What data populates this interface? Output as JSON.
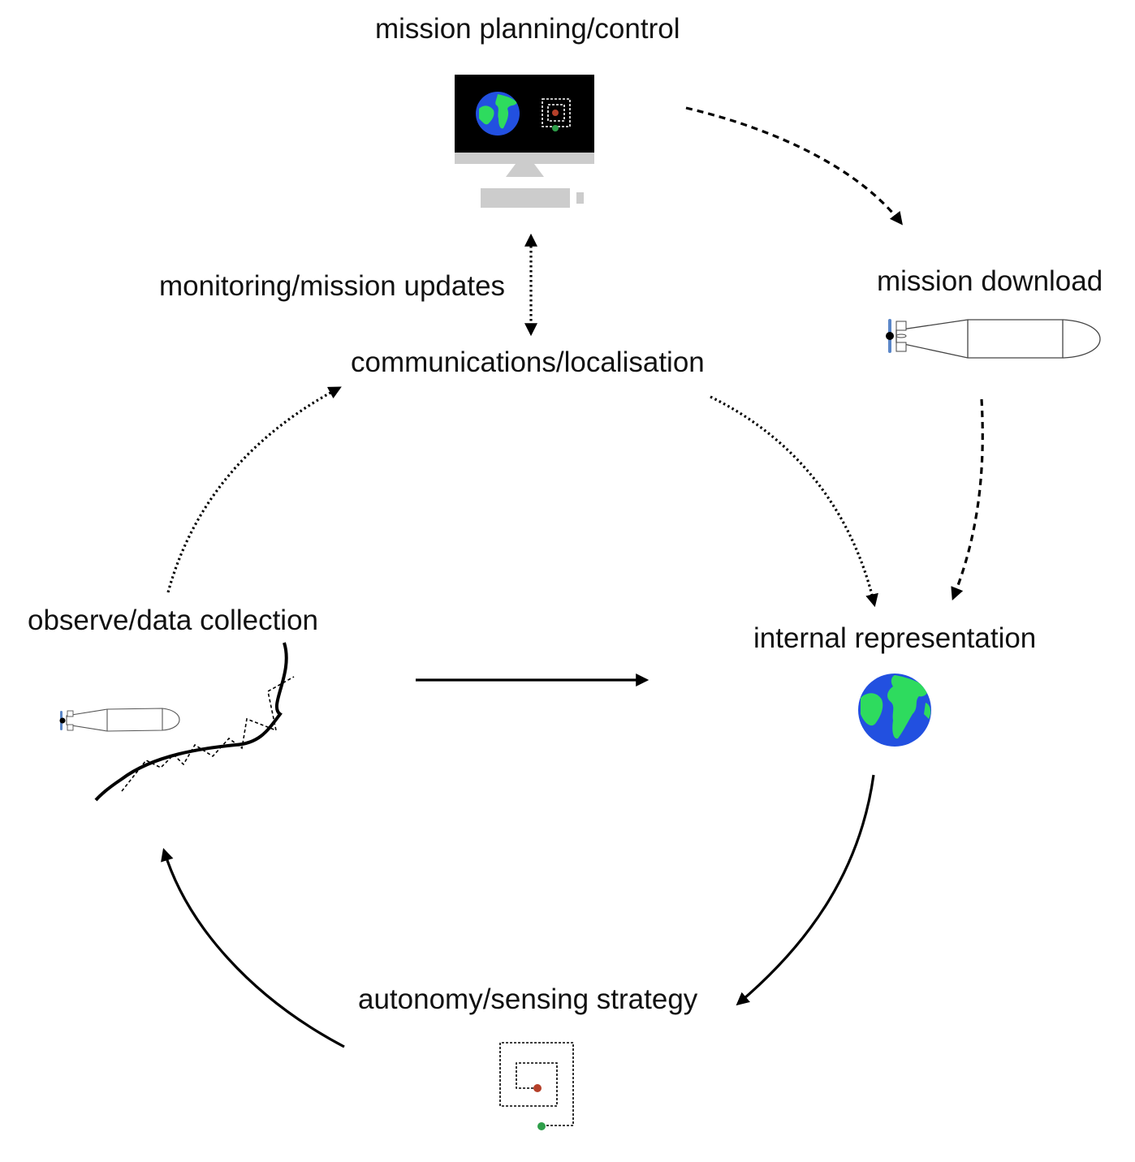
{
  "labels": {
    "mission_planning": "mission planning/control",
    "mission_download": "mission download",
    "monitoring": "monitoring/mission updates",
    "communications": "communications/localisation",
    "internal_representation": "internal representation",
    "observe": "observe/data collection",
    "autonomy": "autonomy/sensing strategy"
  },
  "icons": {
    "monitor": "computer-monitor-icon",
    "auv": "auv-vehicle-icon",
    "globe": "earth-globe-icon",
    "path": "search-path-icon"
  },
  "colors": {
    "earth_water": "#2250e0",
    "earth_land": "#2edb5e",
    "start_point": "#2e9e4a",
    "target_point": "#b5402a",
    "monitor_gray": "#cccccc",
    "screen_black": "#000000",
    "propeller_blue": "#5a86c8"
  }
}
